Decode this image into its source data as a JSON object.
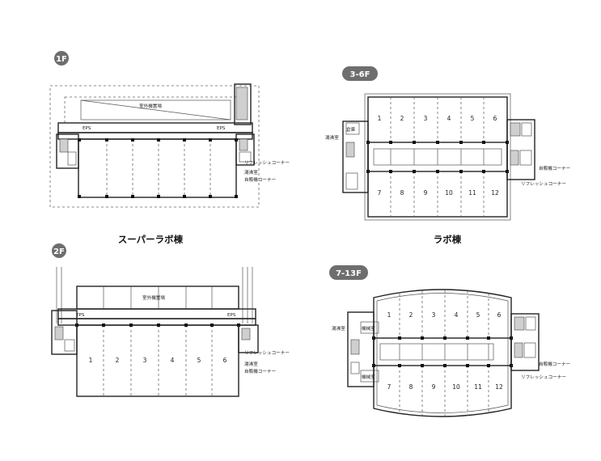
{
  "captions": {
    "left": "スーパーラボ棟",
    "right": "ラボ棟"
  },
  "plans": {
    "p1f": {
      "floor": "1F",
      "labels": {
        "outdoor": "室外機置場",
        "eps_left": "EPS",
        "eps_right": "EPS",
        "refresh": "リフレッシュコーナー",
        "kyutou": "湯沸室",
        "vending": "自販機コーナー"
      }
    },
    "p2f": {
      "floor": "2F",
      "labels": {
        "outdoor": "室外機置場",
        "eps_left": "EPS",
        "eps_right": "EPS",
        "refresh": "リフレッシュコーナー",
        "kyutou": "湯沸室",
        "vending": "自販機コーナー"
      },
      "rooms": [
        "1",
        "2",
        "3",
        "4",
        "5",
        "6"
      ]
    },
    "p36f": {
      "floor": "3-6F",
      "labels": {
        "kyutou": "湯沸室",
        "storage": "倉庫",
        "vending": "自販機コーナー",
        "refresh": "リフレッシュコーナー"
      },
      "rooms_top": [
        "1",
        "2",
        "3",
        "4",
        "5",
        "6"
      ],
      "rooms_bottom": [
        "7",
        "8",
        "9",
        "10",
        "11",
        "12"
      ]
    },
    "p713f": {
      "floor": "7-13F",
      "labels": {
        "kyutou": "湯沸室",
        "machine_top": "機械室",
        "machine_bottom": "機械室",
        "vending": "自販機コーナー",
        "refresh": "リフレッシュコーナー"
      },
      "rooms_top": [
        "1",
        "2",
        "3",
        "4",
        "5",
        "6"
      ],
      "rooms_bottom": [
        "7",
        "8",
        "9",
        "10",
        "11",
        "12"
      ]
    }
  },
  "colors": {
    "badge": "#6e6e6e",
    "line": "#222222"
  }
}
